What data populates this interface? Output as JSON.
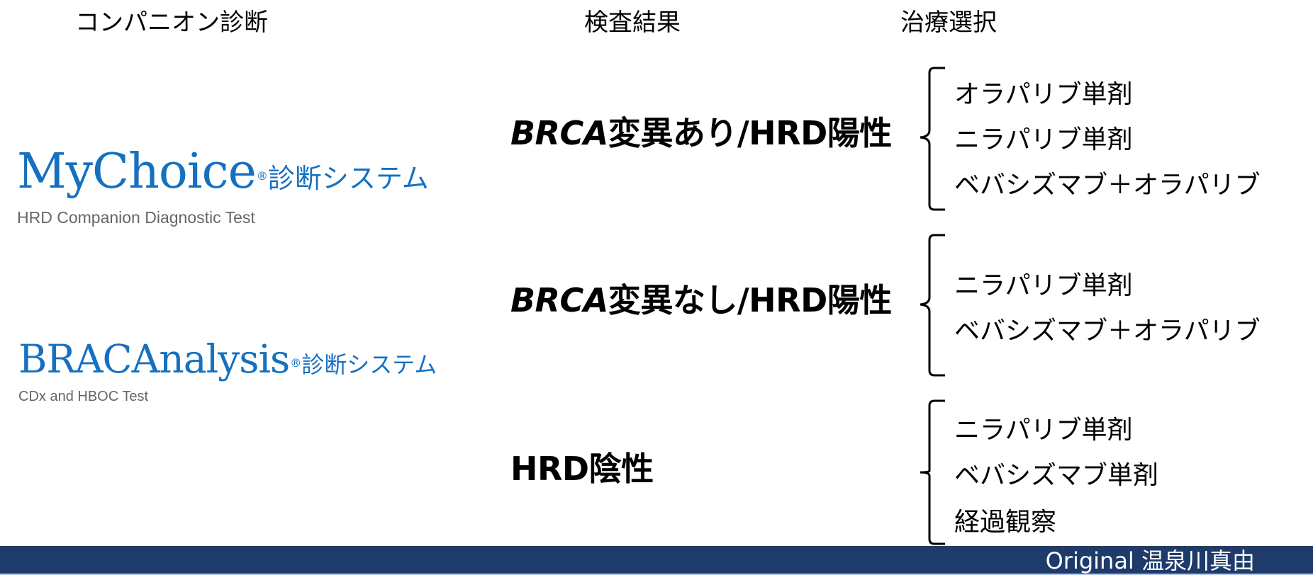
{
  "headers": {
    "companion_diagnostic": "コンパニオン診断",
    "test_result": "検査結果",
    "treatment_choice": "治療選択"
  },
  "logos": [
    {
      "brand": "MyChoice",
      "registered": "®",
      "jp_suffix": "診断システム",
      "subtitle": "HRD Companion Diagnostic Test",
      "color": "#1570c0"
    },
    {
      "brand": "BRACAnalysis",
      "registered": "®",
      "jp_suffix": "診断システム",
      "subtitle": "CDx and HBOC Test",
      "color": "#1570c0"
    }
  ],
  "results": [
    {
      "italic_prefix": "BRCA",
      "label": "変異あり/HRD陽性",
      "treatments": [
        "オラパリブ単剤",
        "ニラパリブ単剤",
        "ベバシズマブ＋オラパリブ"
      ]
    },
    {
      "italic_prefix": "BRCA",
      "label": "変異なし/HRD陽性",
      "treatments": [
        "ニラパリブ単剤",
        "ベバシズマブ＋オラパリブ"
      ]
    },
    {
      "italic_prefix": "",
      "label": "HRD陰性",
      "treatments": [
        "ニラパリブ単剤",
        "ベバシズマブ単剤",
        "経過観察"
      ]
    }
  ],
  "footer": {
    "credit": "Original 温泉川真由",
    "background_color": "#1f3b6b"
  }
}
